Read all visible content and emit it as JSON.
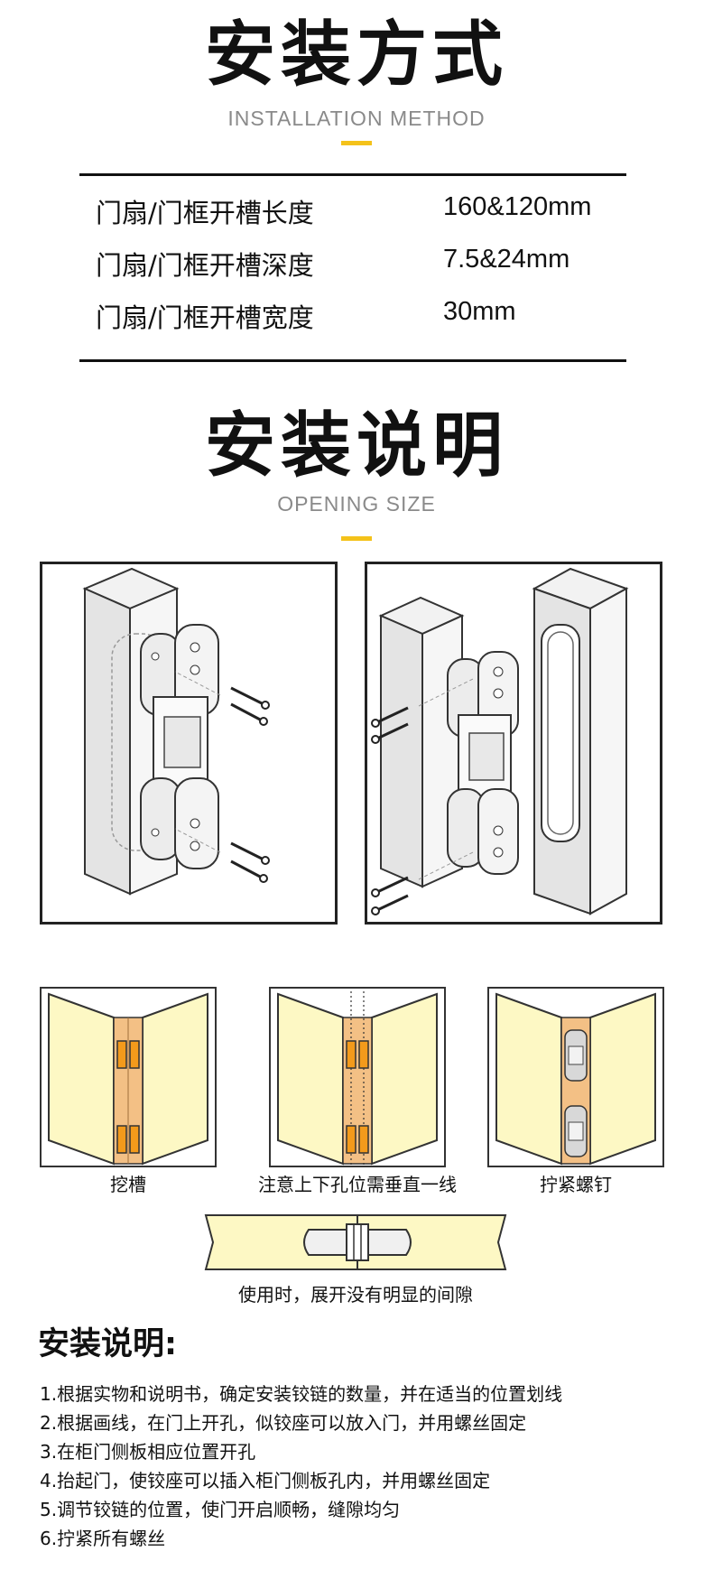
{
  "section1": {
    "title": "安装方式",
    "subtitle": "INSTALLATION METHOD"
  },
  "specs": [
    {
      "label": "门扇/门框开槽长度",
      "value": "160&120mm"
    },
    {
      "label": "门扇/门框开槽深度",
      "value": "7.5&24mm"
    },
    {
      "label": "门扇/门框开槽宽度",
      "value": "30mm"
    }
  ],
  "section2": {
    "title": "安装说明",
    "subtitle": "OPENING SIZE"
  },
  "captions": {
    "slot": "挖槽",
    "align": "注意上下孔位需垂直一线",
    "tighten": "拧紧螺钉",
    "flat": "使用时，展开没有明显的间隙"
  },
  "steps": {
    "title": "安装说明:",
    "items": [
      "1.根据实物和说明书，确定安装铰链的数量，并在适当的位置划线",
      "2.根据画线，在门上开孔，似铰座可以放入门，并用螺丝固定",
      "3.在柜门侧板相应位置开孔",
      "4.抬起门，使铰座可以插入柜门侧板孔内，并用螺丝固定",
      "5.调节铰链的位置，使门开启顺畅，缝隙均匀",
      "6.拧紧所有螺丝"
    ]
  },
  "colors": {
    "accent": "#f4c21a",
    "panel": "#fdf8c4",
    "wood": "#f3c085",
    "slot": "#f39a1b"
  }
}
